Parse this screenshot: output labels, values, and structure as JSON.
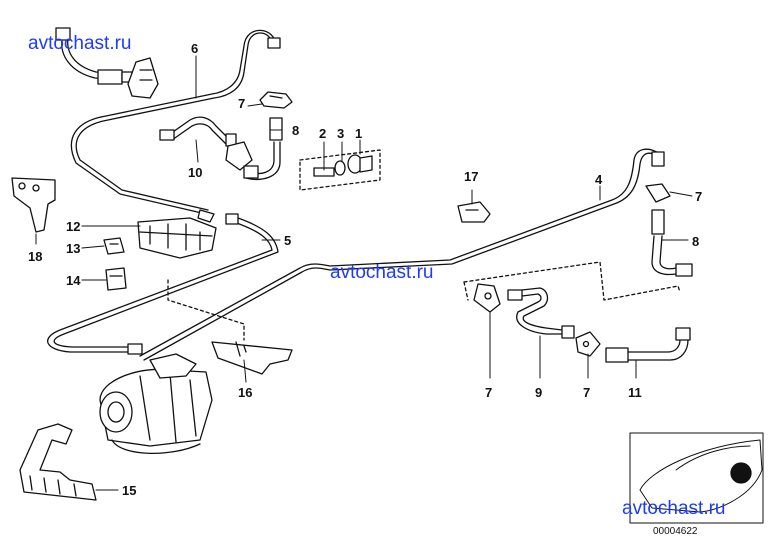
{
  "watermarks": [
    "avtochast.ru",
    "avtochast.ru",
    "avtochast.ru"
  ],
  "diagram_code": "00004622",
  "callouts": [
    "1",
    "2",
    "3",
    "4",
    "5",
    "6",
    "7",
    "7",
    "7",
    "7",
    "7",
    "8",
    "8",
    "9",
    "10",
    "11",
    "12",
    "13",
    "14",
    "15",
    "16",
    "17",
    "18"
  ],
  "colors": {
    "line": "#111111",
    "watermark": "#1d3bff",
    "background": "#ffffff"
  }
}
